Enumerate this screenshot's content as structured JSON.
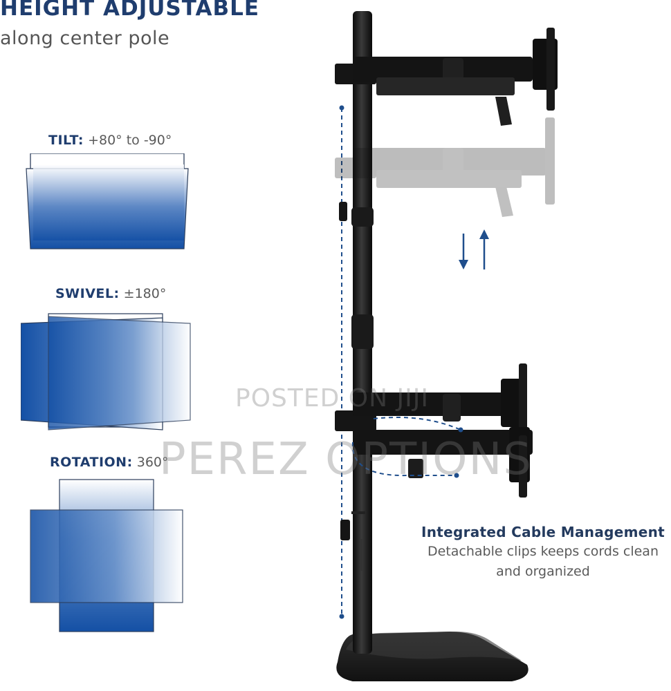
{
  "header": {
    "title": "HEIGHT ADJUSTABLE",
    "subtitle": "along center pole"
  },
  "features": {
    "tilt": {
      "label": "TILT:",
      "value": "+80° to -90°"
    },
    "swivel": {
      "label": "SWIVEL:",
      "value": "±180°"
    },
    "rotation": {
      "label": "ROTATION:",
      "value": "360°"
    }
  },
  "cable": {
    "title": "Integrated Cable Management",
    "description": "Detachable clips keeps cords clean and organized"
  },
  "watermark": {
    "line1": "POSTED ON JIJI",
    "line2": "PEREZ OPTIONS"
  },
  "colors": {
    "brand_blue": "#1f3d6e",
    "accent_blue": "#1f5aa8",
    "dark_steel": "#1b1b1b",
    "text_gray": "#5a5a5a"
  },
  "icons": [
    "up-down-arrows-icon",
    "cable-clip-icon"
  ]
}
